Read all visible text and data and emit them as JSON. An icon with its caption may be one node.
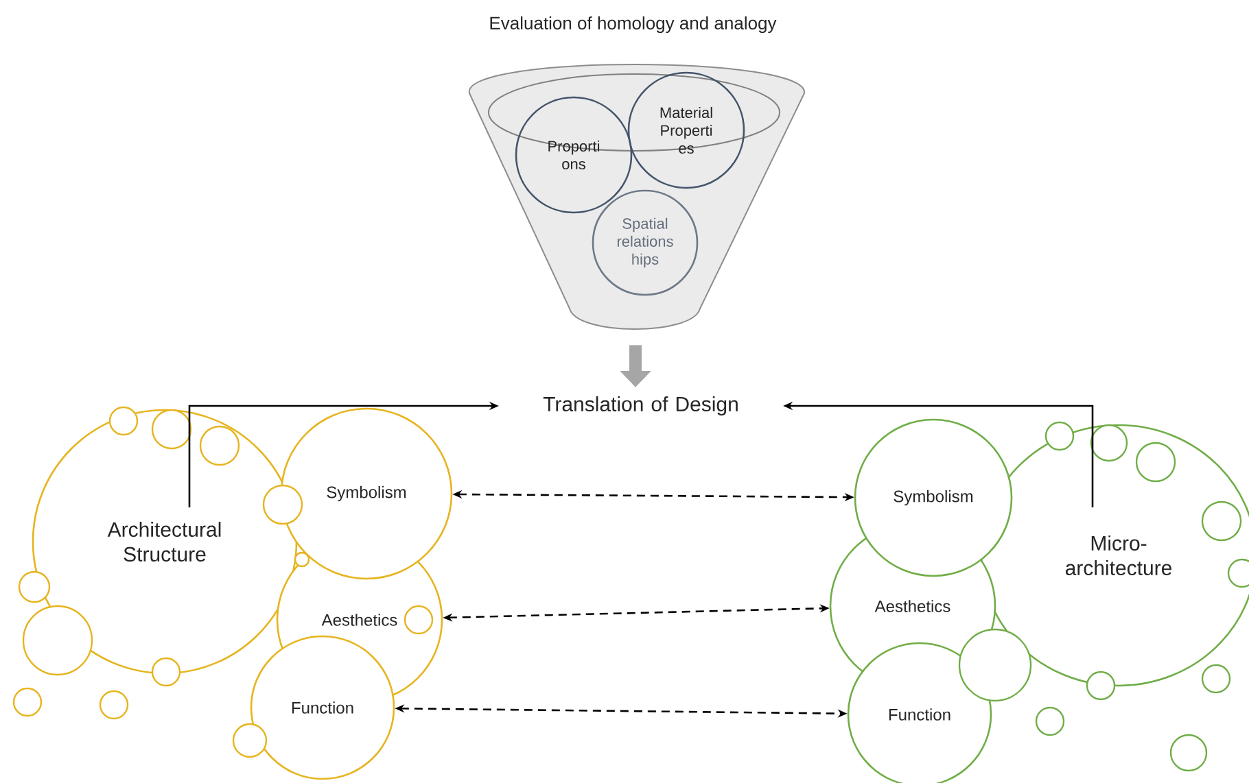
{
  "diagram": {
    "nodes": [
      {
        "text": [
          "Evaluation of homology and analogy"
        ]
      },
      {
        "text": [
          "Proporti ons"
        ],
        "in": 0
      },
      {
        "text": [
          "Material Properti es"
        ],
        "in": 0
      },
      {
        "text": [
          "Spatial relations hips"
        ],
        "in": 0
      },
      {
        "text": [
          "Translation of Design"
        ]
      },
      {
        "text": [
          "Architectural Structure"
        ]
      },
      {
        "text": [
          "Symbolism"
        ]
      },
      {
        "text": [
          "Aesthetics"
        ]
      },
      {
        "text": [
          "Function"
        ]
      },
      {
        "text": [
          "Symbolism"
        ]
      },
      {
        "text": [
          "Aesthetics"
        ]
      },
      {
        "text": [
          "Function"
        ]
      },
      {
        "text": [
          "Micro- architecture"
        ]
      }
    ],
    "edges": [
      {
        "from": 0,
        "to": 4,
        "arrow": "to",
        "style": "thick",
        "color": "#a6a6a6"
      },
      {
        "from": 5,
        "to": 4,
        "arrow": "to"
      },
      {
        "from": 12,
        "to": 4,
        "arrow": "to"
      },
      {
        "from": 6,
        "to": 9,
        "arrow": "both",
        "style": "dashed"
      },
      {
        "from": 7,
        "to": 10,
        "arrow": "both",
        "style": "dashed"
      },
      {
        "from": 8,
        "to": 11,
        "arrow": "both",
        "style": "dashed"
      }
    ]
  }
}
